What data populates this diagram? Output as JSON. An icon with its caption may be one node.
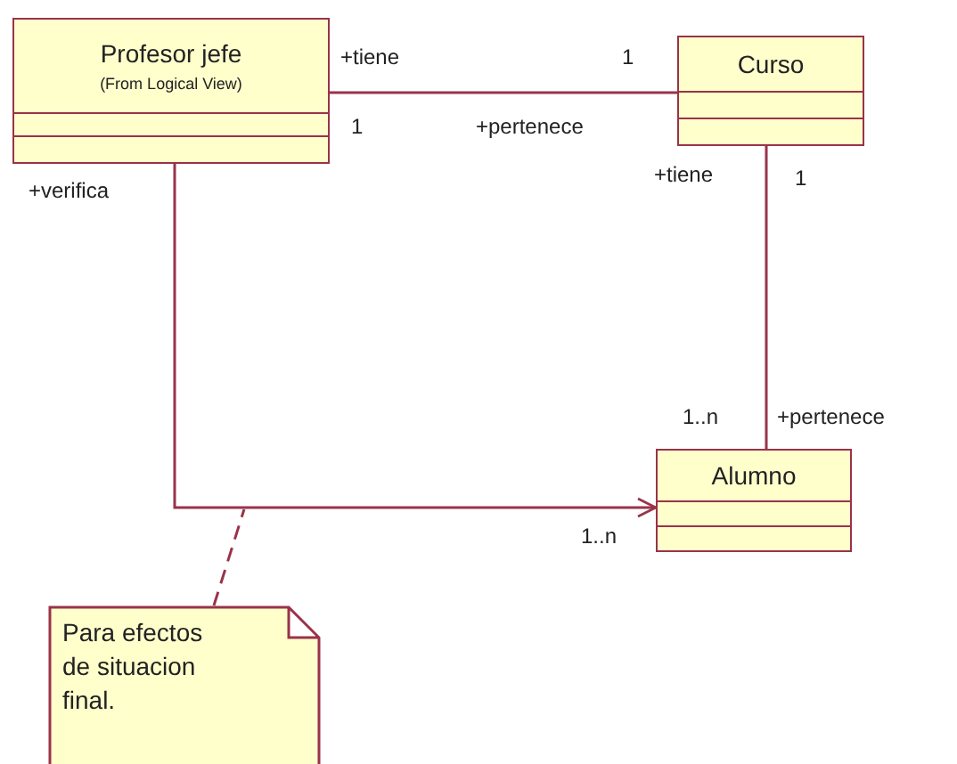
{
  "diagram": {
    "nodes": [
      {
        "text": [
          "Profesor jefe",
          "(From Logical View)"
        ]
      },
      {
        "text": [
          "Curso"
        ]
      },
      {
        "text": [
          "Alumno"
        ]
      },
      {
        "text": [
          "Para efectos de situacion final."
        ]
      }
    ],
    "edges": [
      {
        "from": 0,
        "to": 1,
        "arrow": "none"
      },
      {
        "from": 1,
        "to": 2,
        "arrow": "none"
      },
      {
        "from": 0,
        "to": 2,
        "arrow": "to"
      },
      {
        "from": 3,
        "to": null,
        "arrow": "none",
        "style": "dashed"
      }
    ],
    "labels": [
      "+tiene",
      "1",
      "1",
      "+pertenece",
      "+verifica",
      "+tiene",
      "1",
      "1..n",
      "+pertenece",
      "1..n"
    ]
  }
}
